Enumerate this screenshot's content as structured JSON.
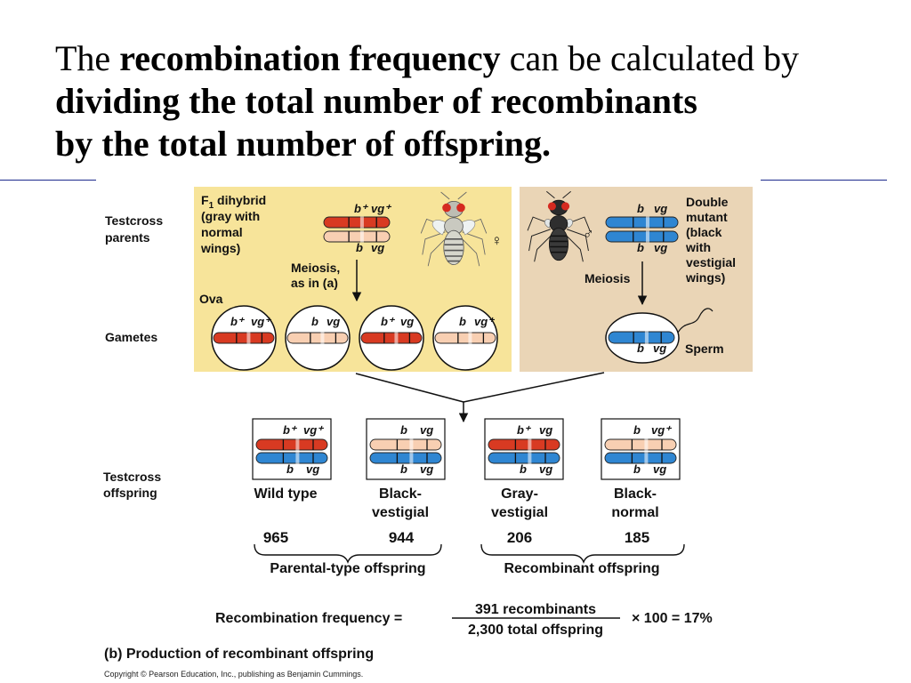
{
  "title": {
    "t1": "The ",
    "t2": "recombination frequency",
    "t3": " can be calculated by",
    "t4": "dividing the total number of recombinants",
    "t5": "by the total number of offspring."
  },
  "row_labels": {
    "testcross_parents": [
      "Testcross",
      "parents"
    ],
    "gametes": "Gametes",
    "testcross_offspring": [
      "Testcross",
      "offspring"
    ]
  },
  "female": {
    "f1": "F",
    "f1_sub": "1",
    "desc": [
      " dihybrid",
      "(gray with",
      "normal",
      "wings)"
    ],
    "sex_symbol": "♀",
    "meiosis": [
      "Meiosis,",
      "as in (a)"
    ],
    "ova": "Ova",
    "genes_top": [
      "b⁺",
      "vg⁺"
    ],
    "genes_bottom": [
      "b",
      "vg"
    ],
    "gametes": [
      {
        "b": "b⁺",
        "vg": "vg⁺"
      },
      {
        "b": "b",
        "vg": "vg"
      },
      {
        "b": "b⁺",
        "vg": "vg"
      },
      {
        "b": "b",
        "vg": "vg⁺"
      }
    ]
  },
  "male": {
    "desc": [
      "Double",
      "mutant",
      "(black",
      "with",
      "vestigial",
      "wings)"
    ],
    "sex_symbol": "♂",
    "meiosis": "Meiosis",
    "sperm": "Sperm",
    "genes": [
      "b",
      "vg"
    ]
  },
  "offspring": [
    {
      "name": [
        "Wild type"
      ],
      "count": "965",
      "top": [
        "b⁺",
        "vg⁺"
      ],
      "bottom": [
        "b",
        "vg"
      ]
    },
    {
      "name": [
        "Black-",
        "vestigial"
      ],
      "count": "944",
      "top": [
        "b",
        "vg"
      ],
      "bottom": [
        "b",
        "vg"
      ]
    },
    {
      "name": [
        "Gray-",
        "vestigial"
      ],
      "count": "206",
      "top": [
        "b⁺",
        "vg"
      ],
      "bottom": [
        "b",
        "vg"
      ]
    },
    {
      "name": [
        "Black-",
        "normal"
      ],
      "count": "185",
      "top": [
        "b",
        "vg⁺"
      ],
      "bottom": [
        "b",
        "vg"
      ]
    }
  ],
  "groups": {
    "parental": "Parental-type offspring",
    "recombinant": "Recombinant offspring"
  },
  "equation": {
    "label": "Recombination frequency =",
    "numerator": "391 recombinants",
    "denominator": "2,300 total offspring",
    "result": "× 100 = 17%"
  },
  "caption": "(b) Production of recombinant offspring",
  "copyright": "Copyright © Pearson Education, Inc., publishing as Benjamin Cummings.",
  "colors": {
    "female_panel": "#f7e49a",
    "male_panel": "#ead5b6",
    "red_chrom": "#d83a22",
    "pink_chrom": "#f8cfb2",
    "blue_chrom": "#2f86d2",
    "title_rule": "#1c2a8c"
  }
}
